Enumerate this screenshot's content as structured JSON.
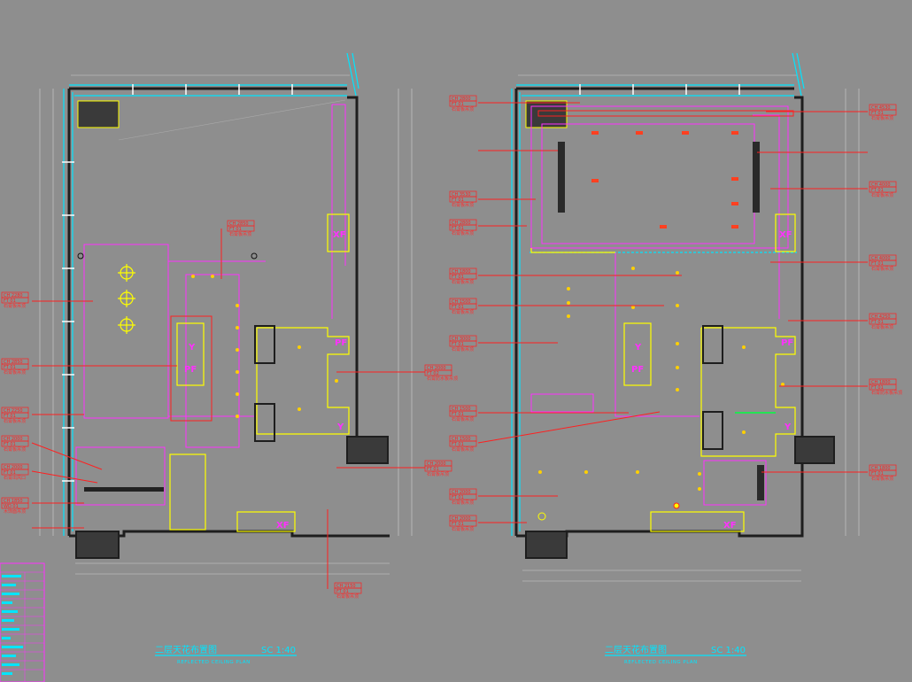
{
  "plans": [
    {
      "title": "二层天花布置图",
      "scale": "SC 1:40",
      "subtitle": "REFLECTED CEILING PLAN",
      "room_symbols": {
        "xf_a": "XF",
        "pf": "PF",
        "y_a": "Y",
        "y_b": "Y",
        "pf_b": "PF",
        "xf_b": "XF"
      }
    },
    {
      "title": "二层天花布置图",
      "scale": "SC 1:40",
      "subtitle": "REFLECTED CEILING PLAN",
      "room_symbols": {
        "xf_a": "XF",
        "pf": "PF",
        "y_a": "Y",
        "y_b": "Y",
        "pf_b": "PF",
        "xf_b": "XF"
      }
    }
  ],
  "left_tags": [
    {
      "ch": "CH 2280",
      "ft": "FT 01",
      "note": "石膏板吊顶"
    },
    {
      "ch": "CH 2850",
      "ft": "FT 01",
      "note": "石膏板吊顶"
    },
    {
      "ch": "CH 2850",
      "ft": "FT 01",
      "note": "石膏板吊顶"
    },
    {
      "ch": "CH 2250",
      "ft": "FT 01",
      "note": "石膏板吊顶"
    },
    {
      "ch": "CH 2000",
      "ft": "FT 01",
      "note": "石膏板吊顶"
    },
    {
      "ch": "CH 2000",
      "ft": "FT 01",
      "note": "石膏出风口"
    },
    {
      "ch": "CH 1850",
      "ft": "WD 01",
      "note": "木饰面吊顶"
    },
    {
      "ch": "CH 2000",
      "ft": "FT 02",
      "note": "石膏防水板吊顶"
    },
    {
      "ch": "CH 2000",
      "ft": "FT 01",
      "note": "石膏板吊顶"
    },
    {
      "ch": "CH 2150",
      "ft": "FT 01",
      "note": "石膏板吊顶"
    }
  ],
  "right_tags_left": [
    {
      "ch": "CH 2800",
      "ft": "FT 01",
      "note": "石膏板吊顶"
    },
    {
      "ch": "CH 3530",
      "ft": "FT 01",
      "note": "石膏板吊顶"
    },
    {
      "ch": "CH 2800",
      "ft": "FT 01",
      "note": "石膏板吊顶"
    },
    {
      "ch": "CH 1800",
      "ft": "FT 01",
      "note": "石膏板吊顶"
    },
    {
      "ch": "CH 1500",
      "ft": "FT 01",
      "note": "石膏板吊顶"
    },
    {
      "ch": "CH 3000",
      "ft": "FT 01",
      "note": "石膏板吊顶"
    },
    {
      "ch": "CH 1500",
      "ft": "FT 01",
      "note": "石膏板吊顶"
    },
    {
      "ch": "CH 1500",
      "ft": "FT 01",
      "note": "石膏板吊顶"
    },
    {
      "ch": "CH 2000",
      "ft": "FT 01",
      "note": "石膏板吊顶"
    },
    {
      "ch": "CH 2000",
      "ft": "FT 01",
      "note": "石膏板吊顶"
    }
  ],
  "right_tags_right": [
    {
      "ch": "CH 4530",
      "ft": "FT 01",
      "note": "石膏板吊顶"
    },
    {
      "ch": "CH 4000",
      "ft": "FT 01",
      "note": "石膏板吊顶"
    },
    {
      "ch": "CH 4000",
      "ft": "FT 01",
      "note": "石膏板吊顶"
    },
    {
      "ch": "CH 4250",
      "ft": "FT 01",
      "note": "石膏板吊顶"
    },
    {
      "ch": "CH 1800",
      "ft": "FT 01",
      "note": "石膏防水板吊顶"
    },
    {
      "ch": "CH 1800",
      "ft": "FT 01",
      "note": "石膏板吊顶"
    }
  ],
  "colors": {
    "background": "#8e8e8e",
    "wall": "#1e1e1e",
    "outline": "#00e5ff",
    "ceiling_zone": "#ff30ff",
    "fixture": "#ffff00",
    "leader": "#ff2020"
  }
}
